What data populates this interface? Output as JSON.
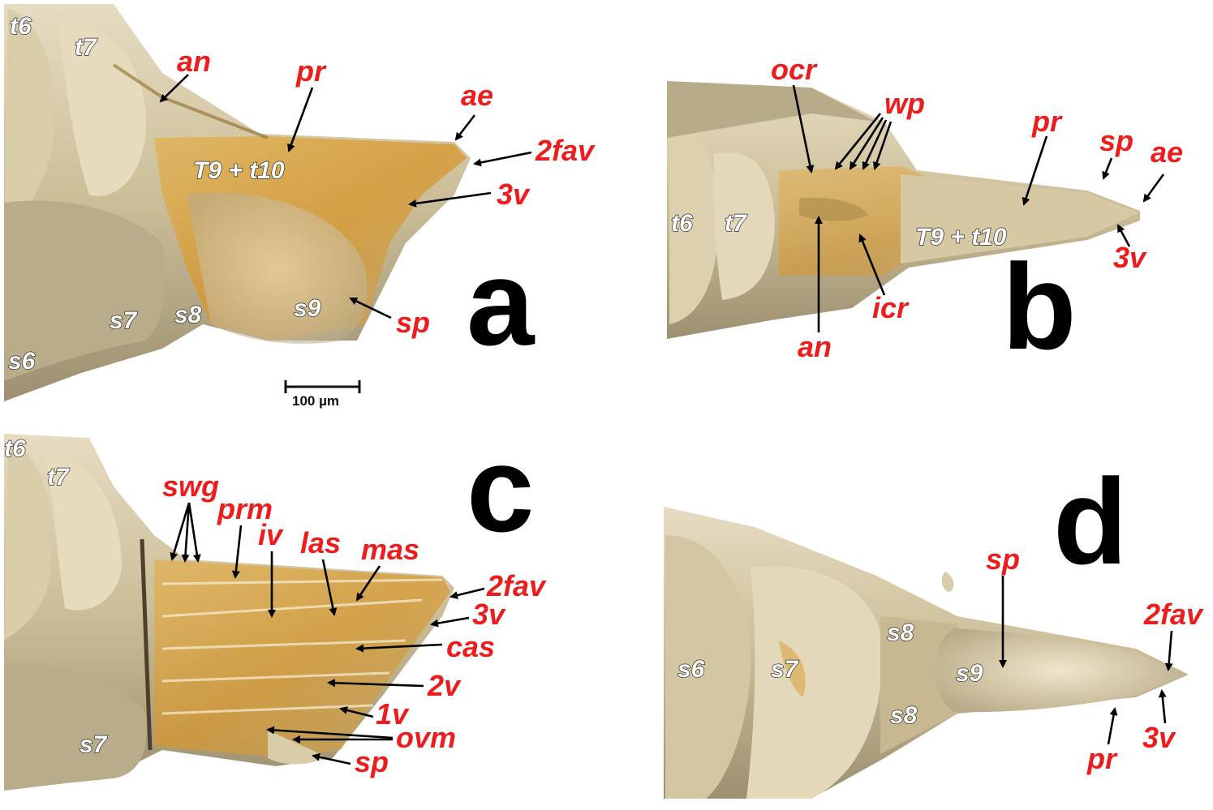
{
  "panels": {
    "a": {
      "letter": "a",
      "labels": {
        "an": "an",
        "pr": "pr",
        "ae": "ae",
        "fav2": "2fav",
        "v3": "3v",
        "sp": "sp",
        "t6": "t6",
        "t7": "t7",
        "t9t10": "T9 + t10",
        "s6": "s6",
        "s7": "s7",
        "s8": "s8",
        "s9": "s9"
      }
    },
    "b": {
      "letter": "b",
      "labels": {
        "ocr": "ocr",
        "wp": "wp",
        "pr": "pr",
        "sp": "sp",
        "ae": "ae",
        "v3": "3v",
        "icr": "icr",
        "an": "an",
        "t6": "t6",
        "t7": "t7",
        "t9t10": "T9 + t10"
      }
    },
    "c": {
      "letter": "c",
      "labels": {
        "swg": "swg",
        "prm": "prm",
        "iv": "iv",
        "las": "las",
        "mas": "mas",
        "fav2": "2fav",
        "v3": "3v",
        "cas": "cas",
        "v2": "2v",
        "v1": "1v",
        "ovm": "ovm",
        "sp": "sp",
        "t6": "t6",
        "t7": "t7",
        "s7": "s7"
      }
    },
    "d": {
      "letter": "d",
      "labels": {
        "sp": "sp",
        "fav2": "2fav",
        "pr": "pr",
        "v3": "3v",
        "s6": "s6",
        "s7": "s7",
        "s8a": "s8",
        "s8b": "s8",
        "s9": "s9"
      }
    }
  },
  "scale_bar": {
    "label": "100 µm"
  },
  "colors": {
    "label_red": "#ee1c1c",
    "letter_black": "#000000",
    "specimen_tan": "#cdbf9c",
    "specimen_orange": "#d99a2b"
  }
}
